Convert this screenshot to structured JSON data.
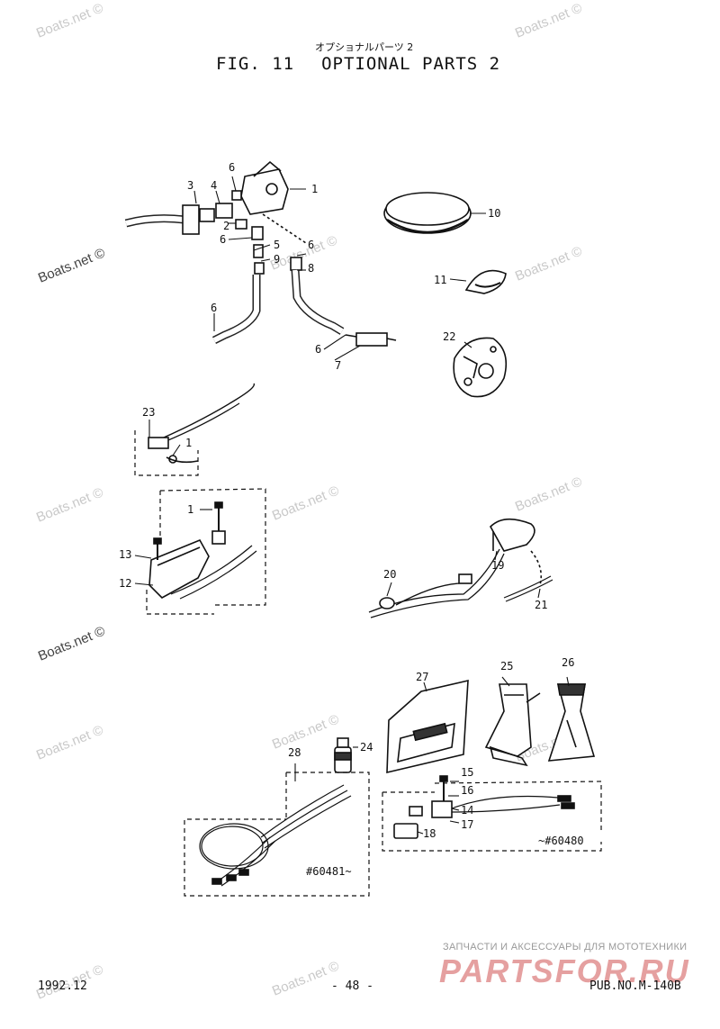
{
  "header": {
    "title_jp": "オプショナルパーツ 2",
    "fig_label": "FIG. 11",
    "fig_title": "OPTIONAL PARTS 2"
  },
  "watermark": "Boats.net ©",
  "labels": {
    "p1": "1",
    "p2": "2",
    "p3": "3",
    "p4": "4",
    "p5": "5",
    "p6": "6",
    "p7": "7",
    "p8": "8",
    "p9": "9",
    "p10": "10",
    "p11": "11",
    "p12": "12",
    "p13": "13",
    "p14": "14",
    "p15": "15",
    "p16": "16",
    "p17": "17",
    "p18": "18",
    "p19": "19",
    "p20": "20",
    "p21": "21",
    "p22": "22",
    "p23": "23",
    "p24": "24",
    "p25": "25",
    "p26": "26",
    "p27": "27",
    "p28": "28"
  },
  "notes": {
    "serial_from": "#60481~",
    "serial_to": "~#60480"
  },
  "footer": {
    "date": "1992.12",
    "page": "- 48 -",
    "pub": "PUB.NO.M-140B"
  },
  "shop": {
    "tagline": "ЗАПЧАСТИ И АКСЕССУАРЫ ДЛЯ МОТОТЕХНИКИ",
    "logo": "PARTSFOR.RU"
  }
}
